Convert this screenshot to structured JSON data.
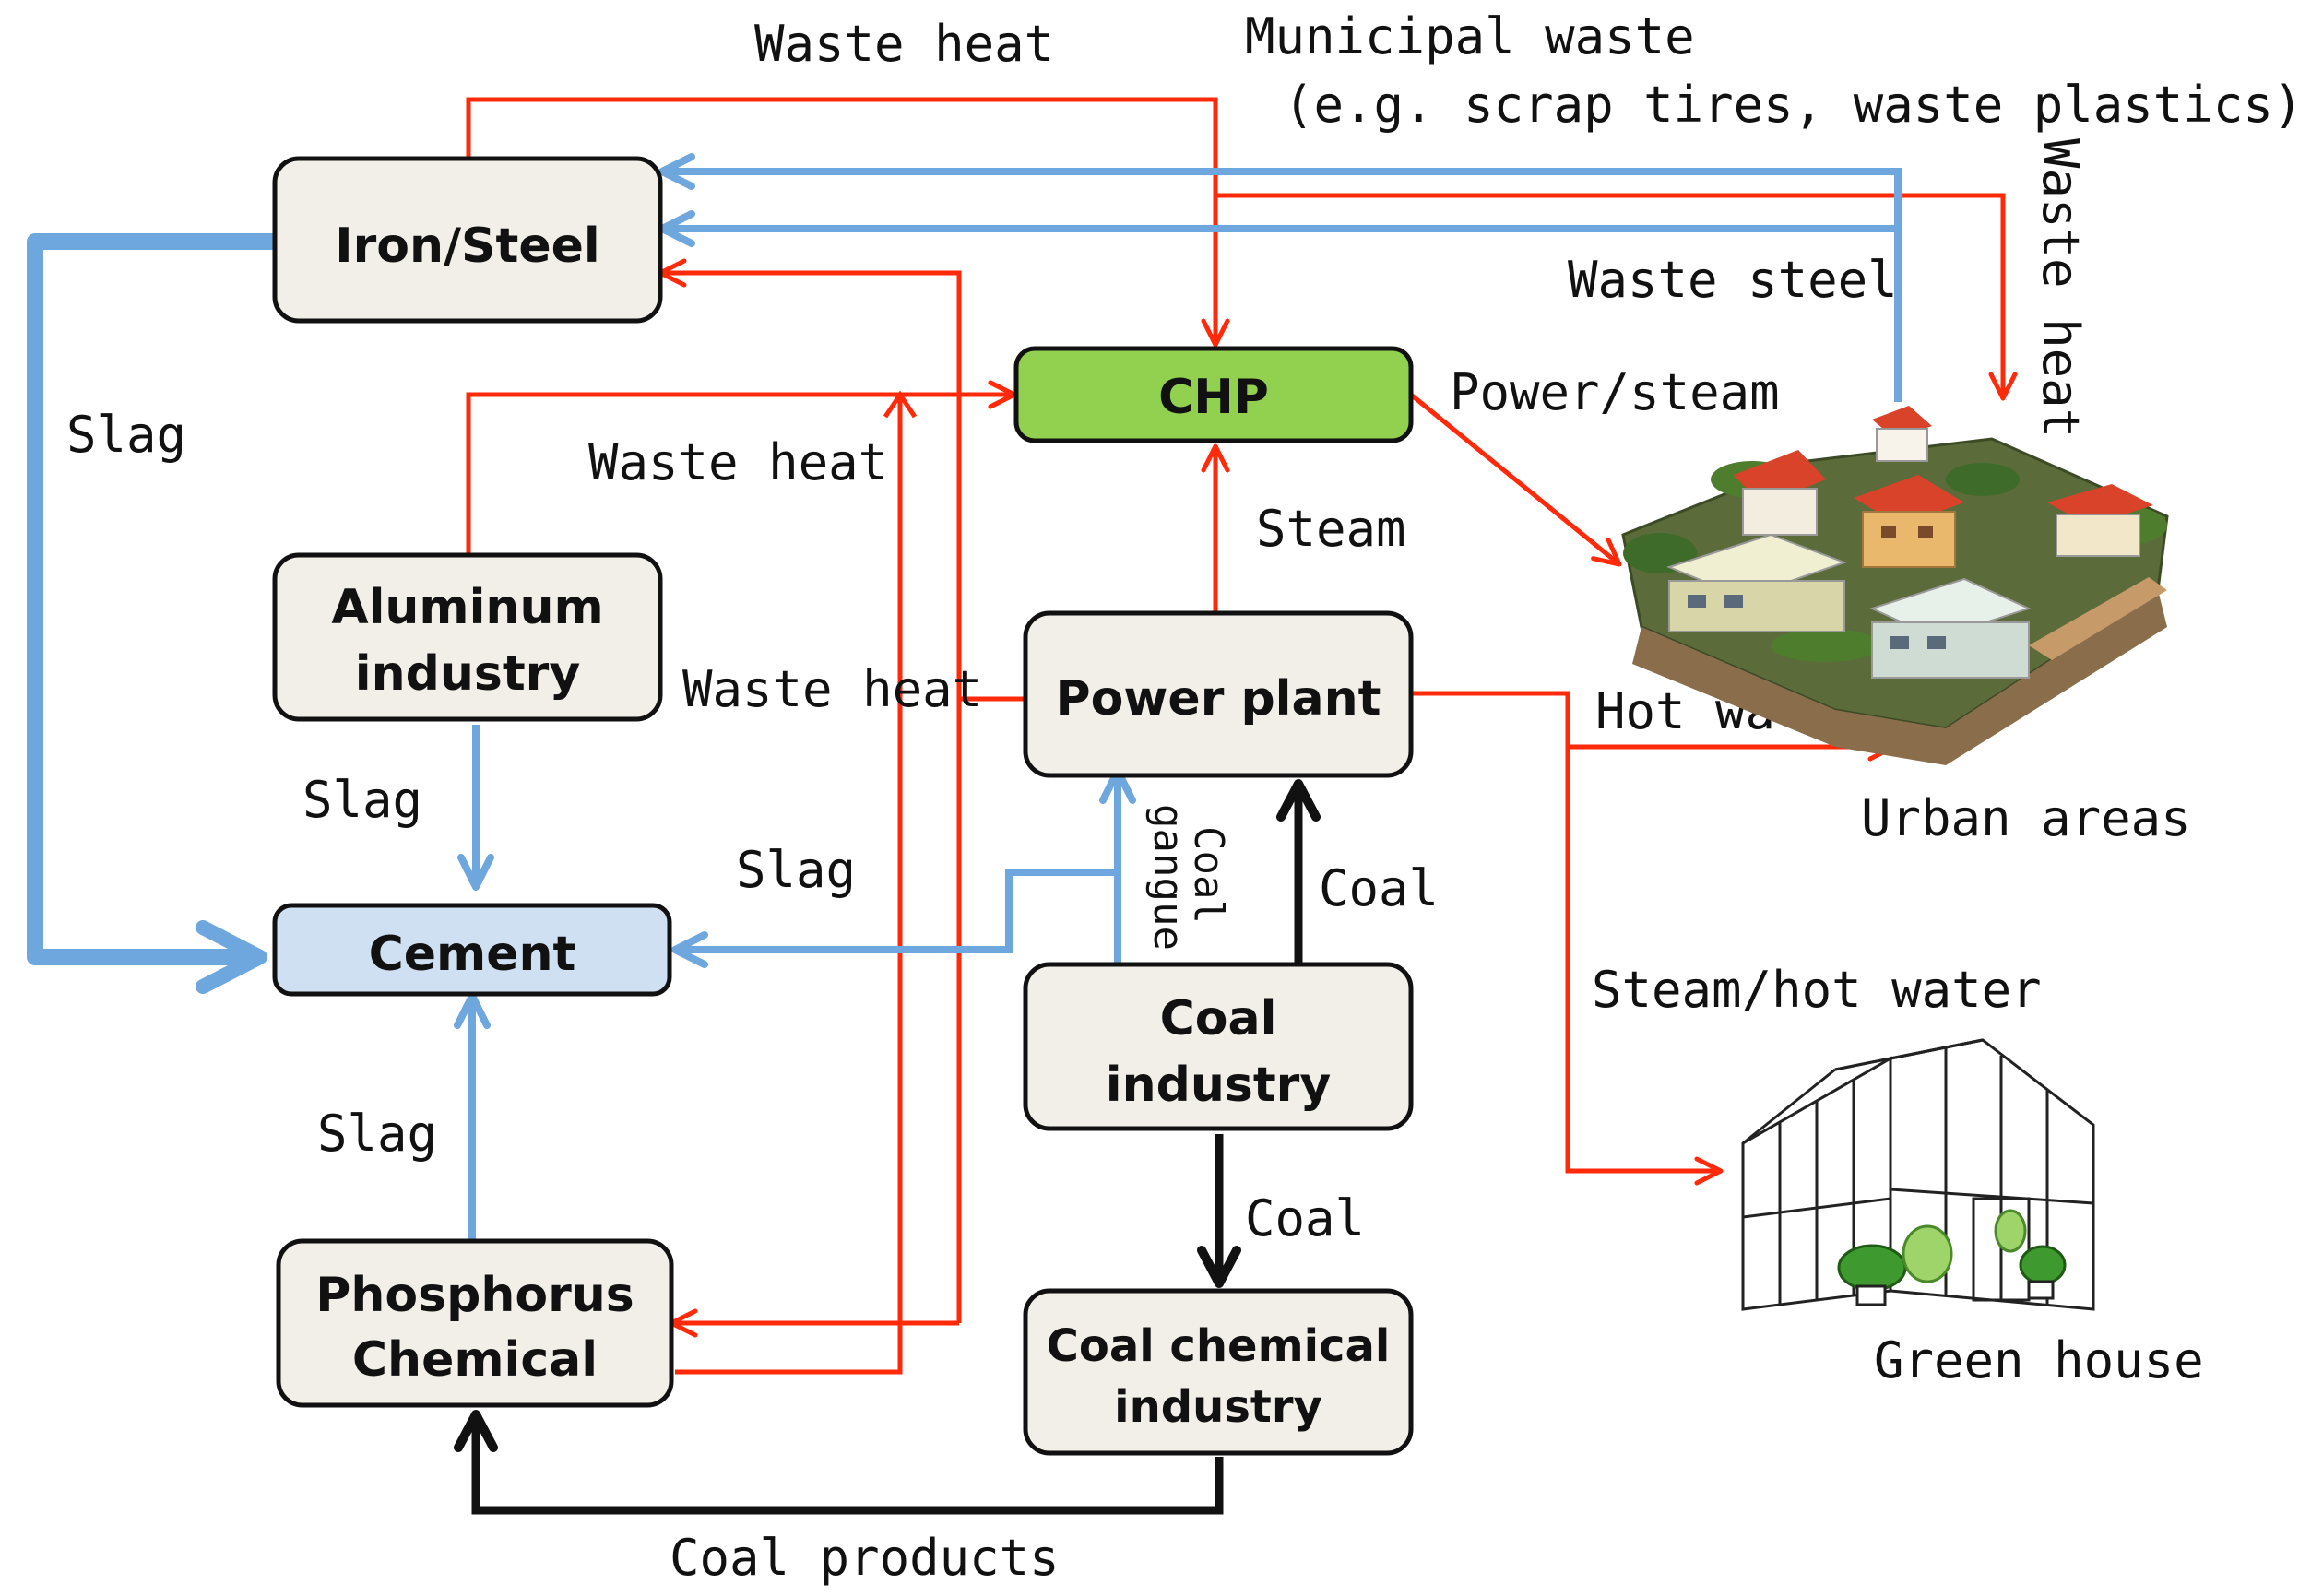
{
  "colors": {
    "red": "#ff2a0a",
    "blue": "#6ea7dd",
    "black": "#111111",
    "node_fill": "#f2efe9",
    "chp_fill": "#92d050",
    "cement_fill": "#cfe0f3"
  },
  "nodes": {
    "iron_steel": "Iron/Steel",
    "chp": "CHP",
    "aluminum_l1": "Aluminum",
    "aluminum_l2": "industry",
    "power_plant": "Power plant",
    "cement": "Cement",
    "coal_ind_l1": "Coal",
    "coal_ind_l2": "industry",
    "phosphorus_l1": "Phosphorus",
    "phosphorus_l2": "Chemical",
    "coal_chem_l1": "Coal chemical",
    "coal_chem_l2": "industry"
  },
  "labels": {
    "waste_heat_top": "Waste heat",
    "municipal_l1": "Municipal waste",
    "municipal_l2": "(e.g. scrap tires, waste plastics)",
    "waste_heat_right": "Waste heat",
    "waste_steel": "Waste steel",
    "slag_left": "Slag",
    "power_steam": "Power/steam",
    "waste_heat_mid": "Waste heat",
    "steam": "Steam",
    "waste_heat_power": "Waste heat",
    "hot_water": "Hot water",
    "slag_aluminum": "Slag",
    "urban_areas": "Urban areas",
    "slag_coal": "Slag",
    "coal_gangue_l1": "Coal",
    "coal_gangue_l2": "gangue",
    "coal_up": "Coal",
    "steam_hot_water": "Steam/hot water",
    "slag_phos": "Slag",
    "coal_down": "Coal",
    "green_house": "Green house",
    "coal_products": "Coal products"
  },
  "icons": [
    "houses-icon",
    "greenhouse-icon"
  ]
}
